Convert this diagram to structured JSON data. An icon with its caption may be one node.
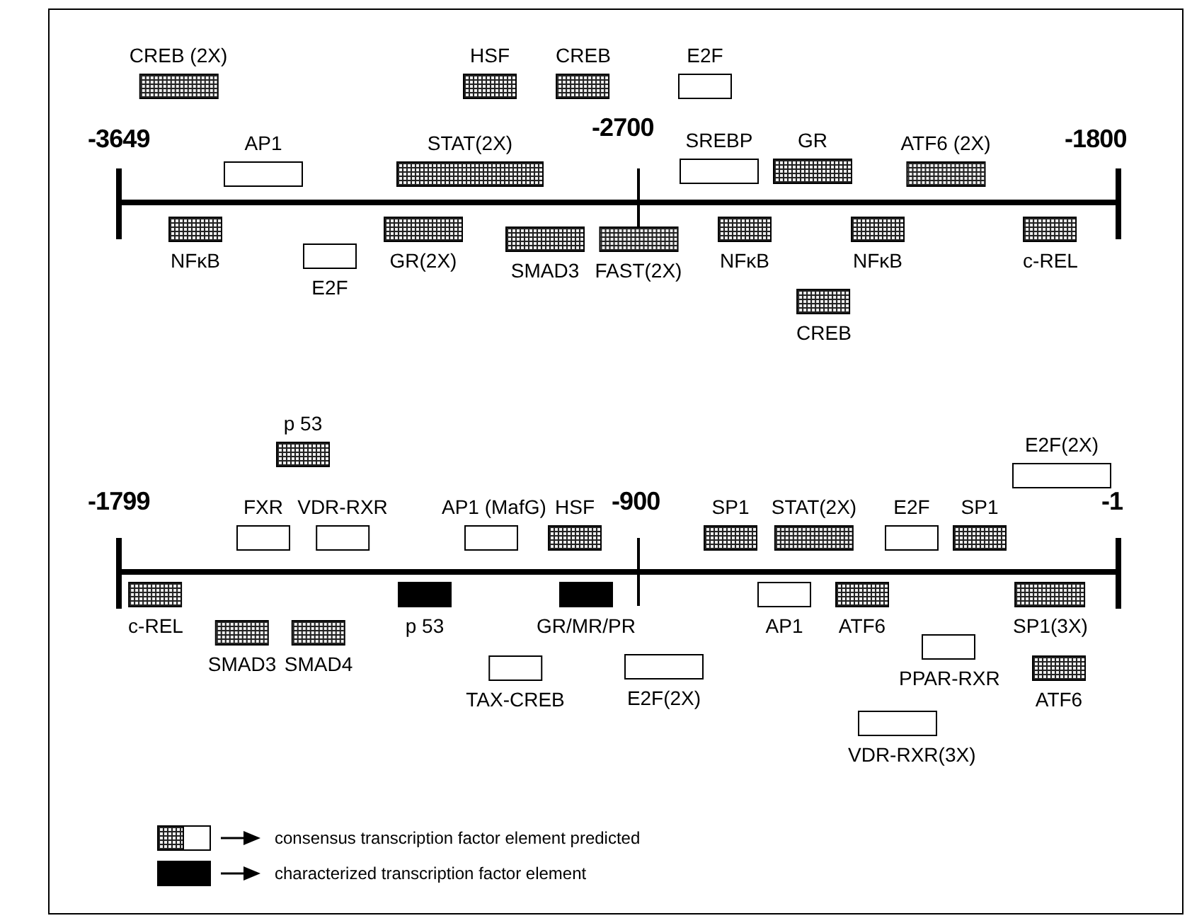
{
  "diagram": {
    "nodes": [
      {
        "text": [],
        "beside": [
          "CREB (2X)"
        ],
        "shape": "grid"
      },
      {
        "text": [],
        "beside": [
          "HSF"
        ],
        "shape": "grid"
      },
      {
        "text": [],
        "beside": [
          "CREB"
        ],
        "shape": "grid"
      },
      {
        "text": [],
        "beside": [
          "E2F"
        ],
        "shape": "box"
      },
      {
        "text": [],
        "beside": [
          "AP1"
        ],
        "shape": "box"
      },
      {
        "text": [],
        "beside": [
          "STAT(2X)"
        ],
        "shape": "grid"
      },
      {
        "text": [],
        "beside": [
          "SREBP"
        ],
        "shape": "box"
      },
      {
        "text": [],
        "beside": [
          "GR"
        ],
        "shape": "grid"
      },
      {
        "text": [],
        "beside": [
          "ATF6 (2X)"
        ],
        "shape": "grid"
      },
      {
        "text": [],
        "beside": [
          "NFκB"
        ],
        "shape": "grid"
      },
      {
        "text": [],
        "beside": [
          "E2F"
        ],
        "shape": "box"
      },
      {
        "text": [],
        "beside": [
          "GR(2X)"
        ],
        "shape": "grid"
      },
      {
        "text": [],
        "beside": [
          "SMAD3"
        ],
        "shape": "grid"
      },
      {
        "text": [],
        "beside": [
          "FAST(2X)"
        ],
        "shape": "grid"
      },
      {
        "text": [],
        "beside": [
          "NFκB"
        ],
        "shape": "grid"
      },
      {
        "text": [],
        "beside": [
          "CREB"
        ],
        "shape": "grid"
      },
      {
        "text": [],
        "beside": [
          "NFκB"
        ],
        "shape": "grid"
      },
      {
        "text": [],
        "beside": [
          "c-REL"
        ],
        "shape": "grid"
      },
      {
        "text": [],
        "beside": [
          "p 53"
        ],
        "shape": "grid"
      },
      {
        "text": [],
        "beside": [
          "FXR"
        ],
        "shape": "box"
      },
      {
        "text": [],
        "beside": [
          "VDR-RXR"
        ],
        "shape": "box"
      },
      {
        "text": [],
        "beside": [
          "AP1 (MafG)"
        ],
        "shape": "box"
      },
      {
        "text": [],
        "beside": [
          "HSF"
        ],
        "shape": "grid"
      },
      {
        "text": [],
        "beside": [
          "SP1"
        ],
        "shape": "grid"
      },
      {
        "text": [],
        "beside": [
          "STAT(2X)"
        ],
        "shape": "grid"
      },
      {
        "text": [],
        "beside": [
          "E2F"
        ],
        "shape": "box"
      },
      {
        "text": [],
        "beside": [
          "SP1"
        ],
        "shape": "grid"
      },
      {
        "text": [],
        "beside": [
          "E2F(2X)"
        ],
        "shape": "box"
      },
      {
        "text": [],
        "beside": [
          "c-REL"
        ],
        "shape": "grid"
      },
      {
        "text": [],
        "beside": [
          "SMAD3"
        ],
        "shape": "grid"
      },
      {
        "text": [],
        "beside": [
          "SMAD4"
        ],
        "shape": "grid"
      },
      {
        "text": [],
        "beside": [
          "p 53"
        ],
        "shape": "bar"
      },
      {
        "text": [],
        "beside": [
          "GR/MR/PR"
        ],
        "shape": "bar"
      },
      {
        "text": [],
        "beside": [
          "TAX-CREB"
        ],
        "shape": "box"
      },
      {
        "text": [],
        "beside": [
          "E2F(2X)"
        ],
        "shape": "box"
      },
      {
        "text": [],
        "beside": [
          "AP1"
        ],
        "shape": "box"
      },
      {
        "text": [],
        "beside": [
          "ATF6"
        ],
        "shape": "grid"
      },
      {
        "text": [],
        "beside": [
          "SP1(3X)"
        ],
        "shape": "grid"
      },
      {
        "text": [],
        "beside": [
          "PPAR-RXR"
        ],
        "shape": "box"
      },
      {
        "text": [],
        "beside": [
          "ATF6"
        ],
        "shape": "grid"
      },
      {
        "text": [],
        "beside": [
          "VDR-RXR(3X)"
        ],
        "shape": "box"
      }
    ],
    "labels": [
      "-3649",
      "-2700",
      "-1800",
      "-1799",
      "-900",
      "-1"
    ],
    "legend": [
      {
        "text": "consensus transcription factor element predicted"
      },
      {
        "text": "characterized transcription factor element",
        "color": "#000000"
      }
    ]
  }
}
